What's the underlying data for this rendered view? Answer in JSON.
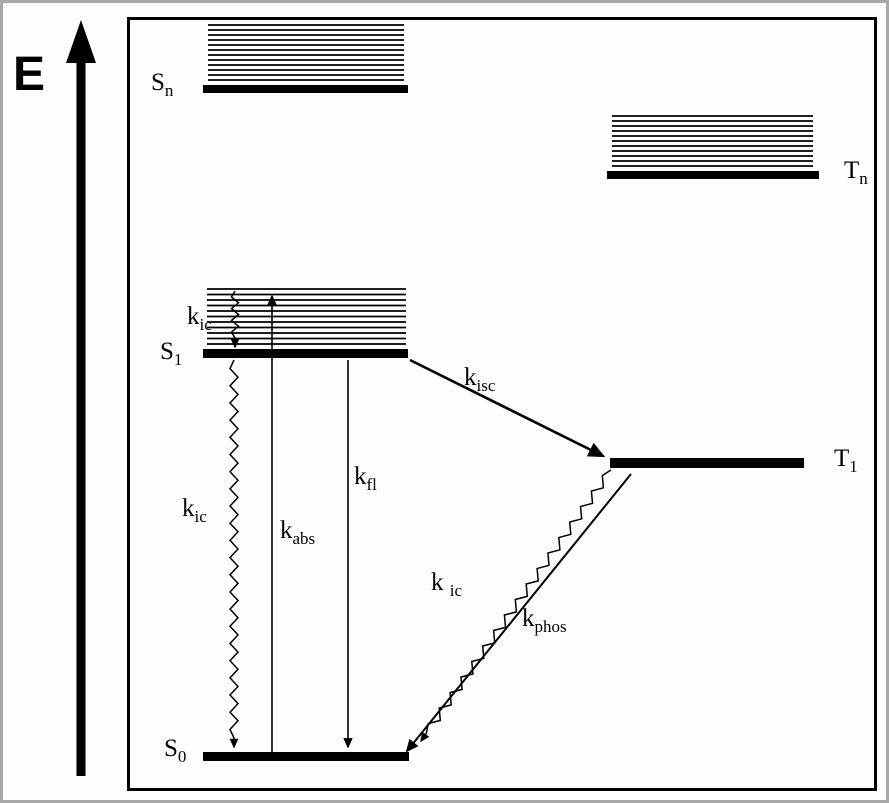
{
  "diagram": {
    "title_hint": "Jablonski energy level diagram",
    "energy_axis": {
      "label": "E"
    },
    "levels": {
      "sn": {
        "main": "S",
        "sub": "n"
      },
      "tn": {
        "main": "T",
        "sub": "n"
      },
      "s1": {
        "main": "S",
        "sub": "1"
      },
      "t1": {
        "main": "T",
        "sub": "1"
      },
      "s0": {
        "main": "S",
        "sub": "0"
      }
    },
    "transitions": {
      "kic_vibrational": {
        "main": "k",
        "sub": "ic"
      },
      "kabs": {
        "main": "k",
        "sub": "abs"
      },
      "kic_s1_s0": {
        "main": "k",
        "sub": "ic"
      },
      "kfl": {
        "main": "k",
        "sub": "fl"
      },
      "kisc": {
        "main": "k",
        "sub": "isc"
      },
      "kic_t1_s0": {
        "main": "k ",
        "sub": "ic"
      },
      "kphos": {
        "main": "k",
        "sub": "phos"
      }
    },
    "colors": {
      "ink": "#000000",
      "background": "#ffffff",
      "outer_border": "#a8a8a8"
    }
  }
}
